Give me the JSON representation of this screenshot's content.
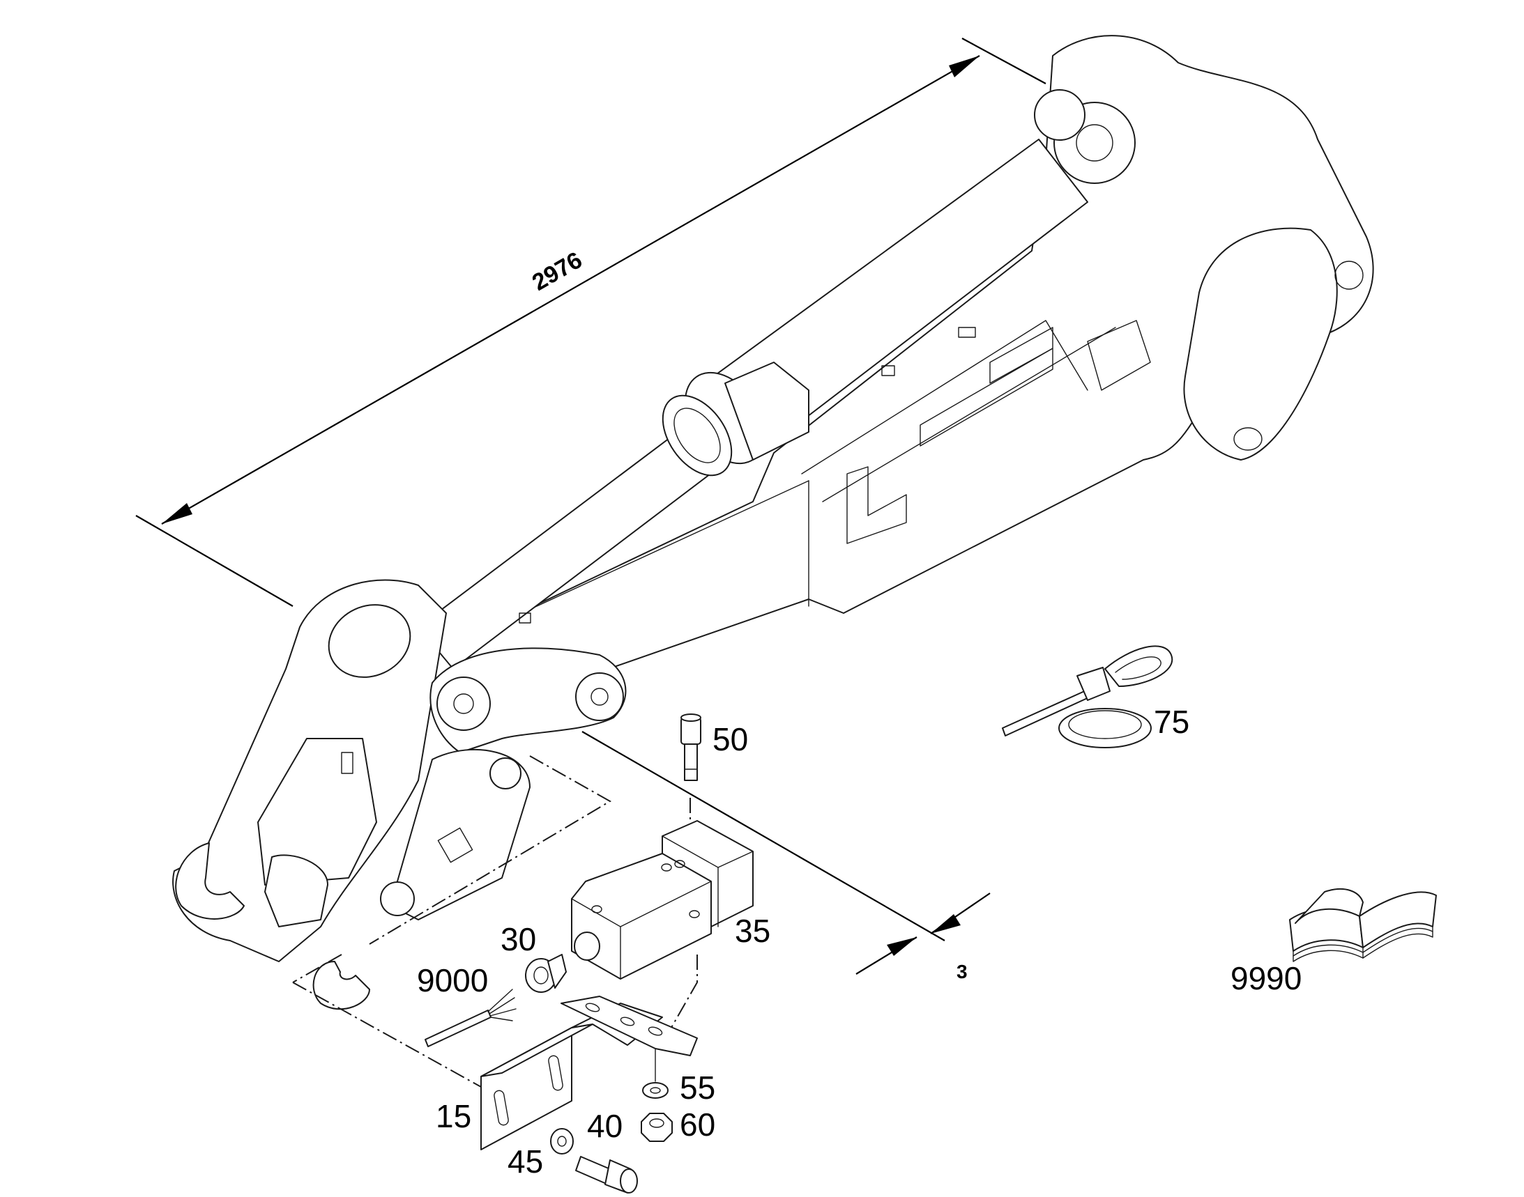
{
  "dimension": {
    "value": "2976"
  },
  "section": {
    "label": "3"
  },
  "callouts": [
    {
      "id": "15",
      "label": "15"
    },
    {
      "id": "30",
      "label": "30"
    },
    {
      "id": "35",
      "label": "35"
    },
    {
      "id": "40",
      "label": "40"
    },
    {
      "id": "45",
      "label": "45"
    },
    {
      "id": "50",
      "label": "50"
    },
    {
      "id": "55",
      "label": "55"
    },
    {
      "id": "60",
      "label": "60"
    },
    {
      "id": "75",
      "label": "75"
    },
    {
      "id": "9000",
      "label": "9000"
    },
    {
      "id": "9990",
      "label": "9990"
    }
  ]
}
